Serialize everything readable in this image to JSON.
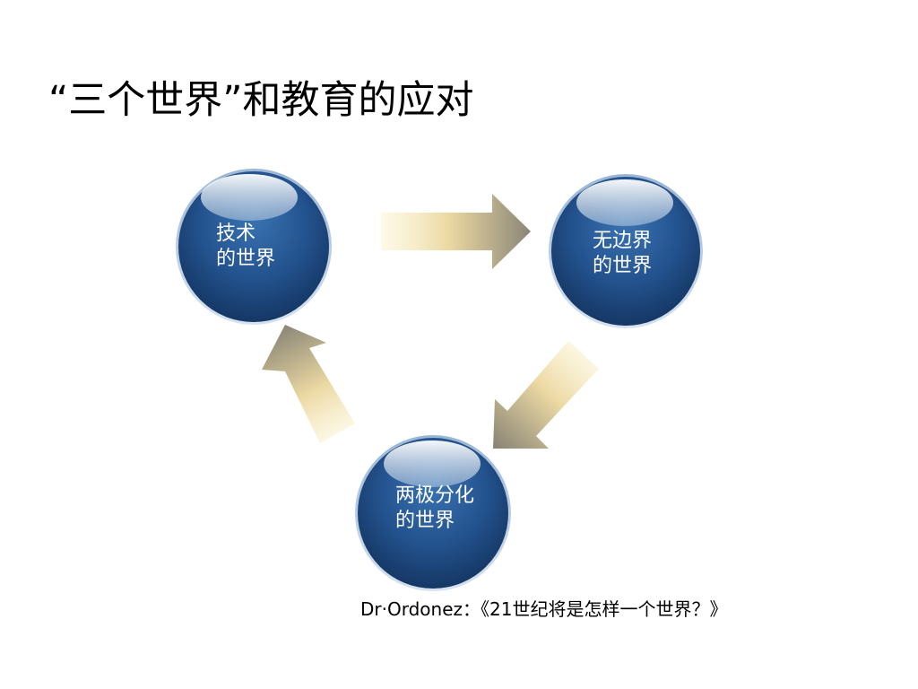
{
  "slide": {
    "title": "“三个世界”和教育的应对",
    "citation": "Dr·Ordonez：《21世纪将是怎样一个世界？》"
  },
  "diagram": {
    "nodes": [
      {
        "line1": "技术",
        "line2": "的世界"
      },
      {
        "line1": "无边界",
        "line2": "的世界"
      },
      {
        "line1": "两极分化",
        "line2": "的世界"
      }
    ],
    "colors": {
      "node_dark": "#163a6b",
      "node_mid": "#2b5f9c",
      "arrow_dark": "#8f8a78",
      "arrow_light": "#fbf2cf"
    }
  }
}
